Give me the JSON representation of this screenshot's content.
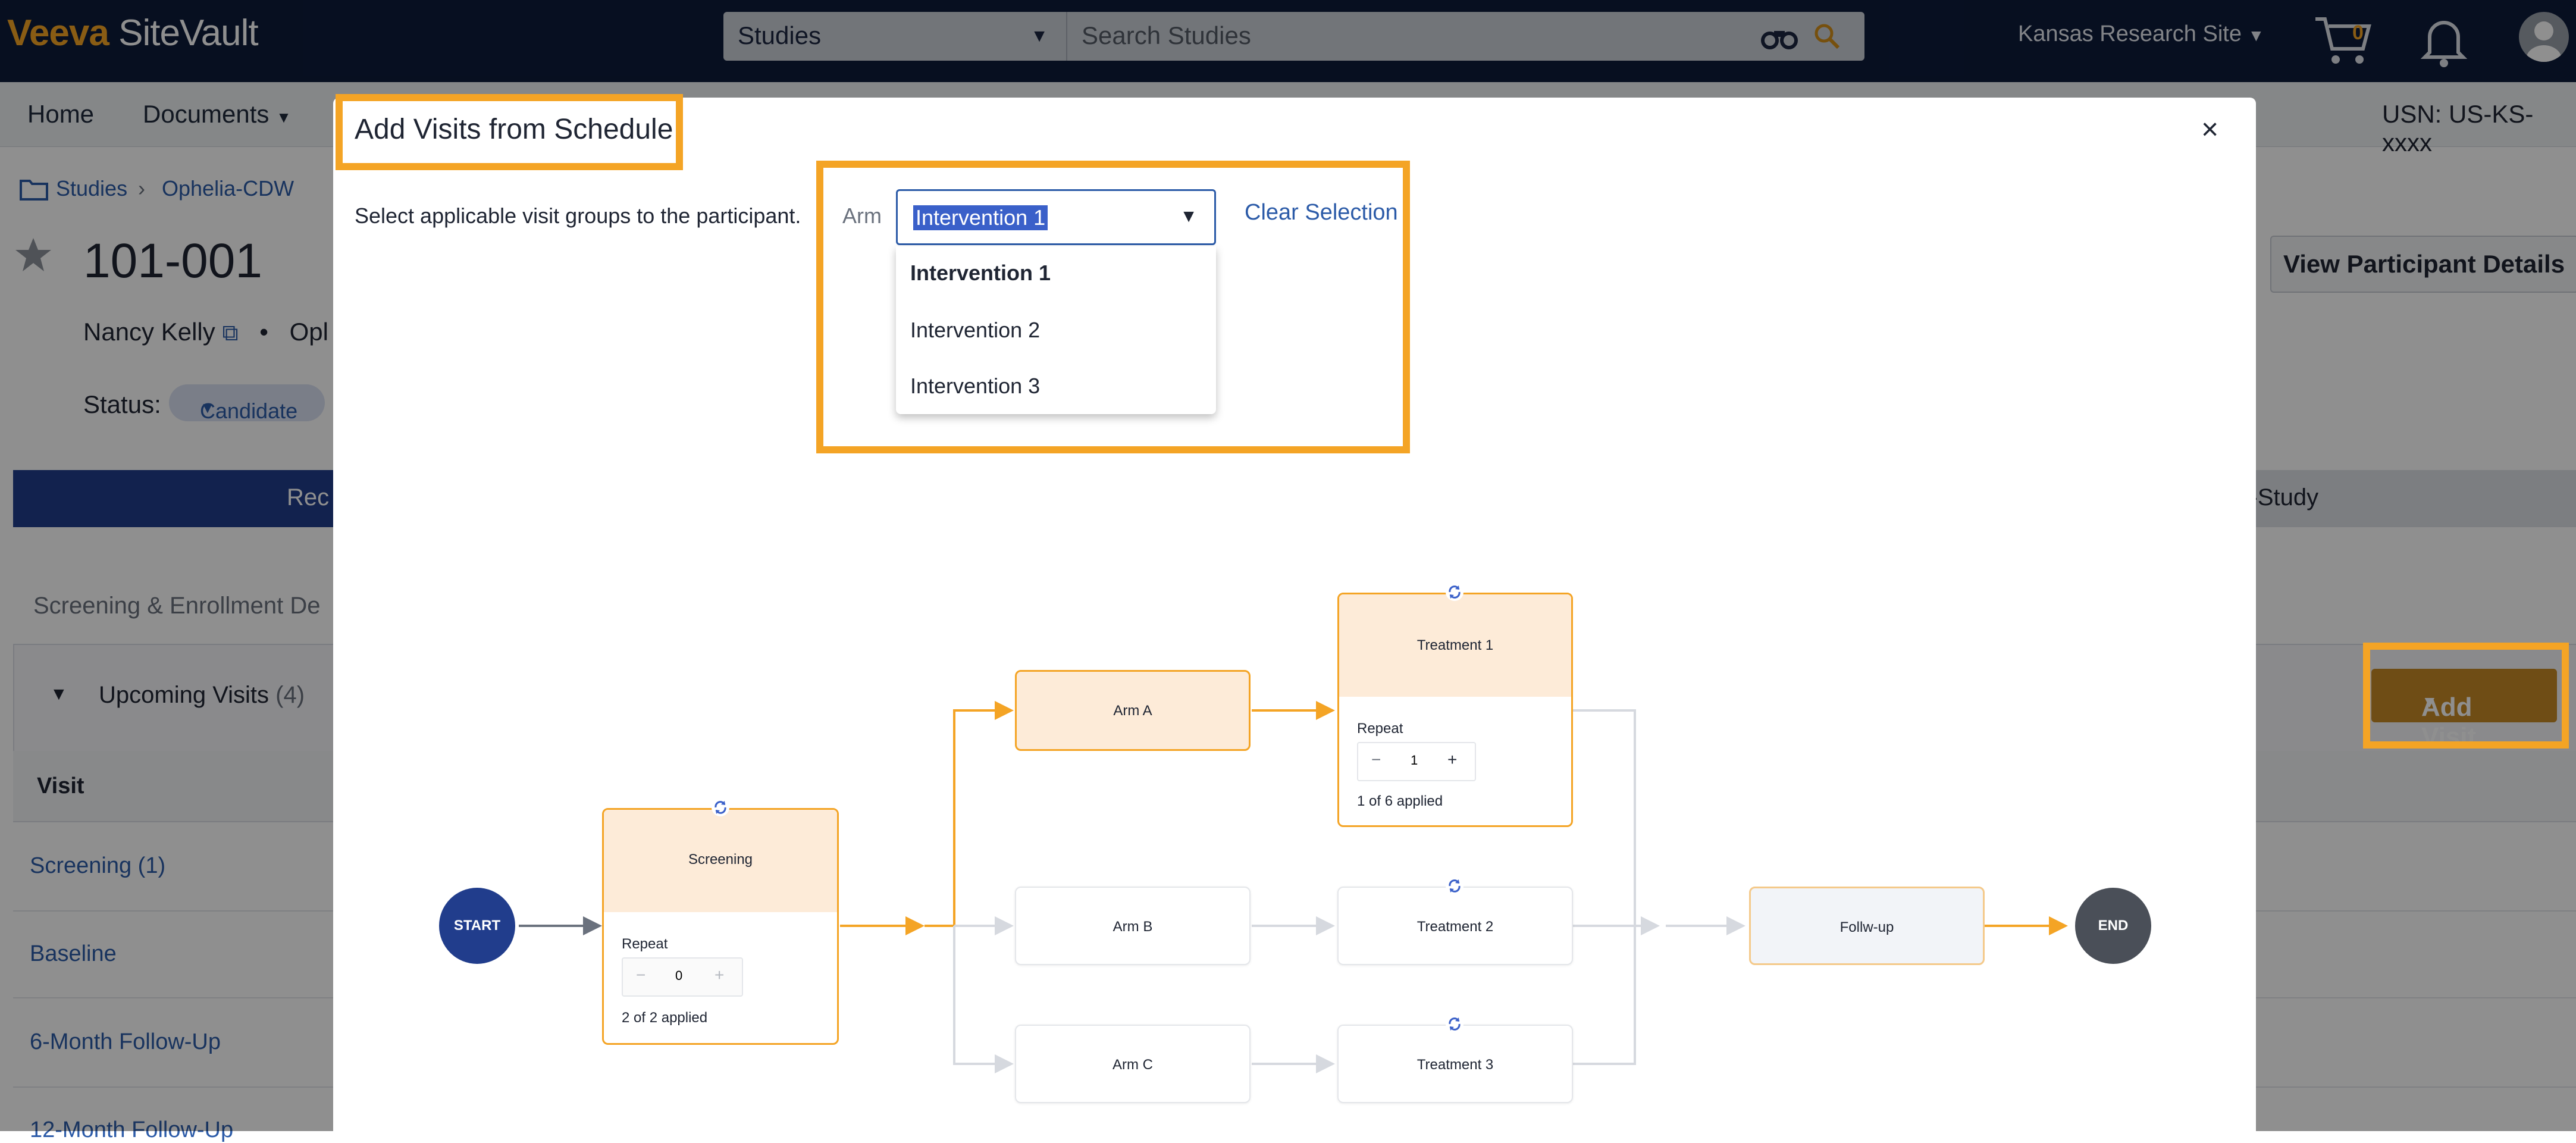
{
  "brand": {
    "logo_accent": "Veeva",
    "logo_rest": " SiteVault"
  },
  "search": {
    "category": "Studies",
    "placeholder": "Search Studies"
  },
  "header": {
    "site": "Kansas Research Site",
    "cart_count": "0"
  },
  "nav": {
    "home": "Home",
    "documents": "Documents",
    "usn": "USN: US-KS-xxxx"
  },
  "breadcrumb": {
    "studies": "Studies",
    "study": "Ophelia-CDW"
  },
  "participant": {
    "id": "101-001",
    "name": "Nancy Kelly",
    "study_partial": "Opl",
    "status_label": "Status:",
    "status": "Candidate",
    "view_details": "View Participant Details"
  },
  "tabs": {
    "left_partial": "Rec",
    "right_partial": "ff-Study"
  },
  "section": {
    "screening_partial": "Screening & Enrollment De"
  },
  "upcoming": {
    "label": "Upcoming Visits",
    "count": "(4)",
    "add_visit": "Add Visit"
  },
  "visits": {
    "header": "Visit",
    "rows": [
      "Screening (1)",
      "Baseline",
      "6-Month Follow-Up",
      "12-Month Follow-Up"
    ]
  },
  "modal": {
    "title": "Add Visits from Schedule",
    "instruction": "Select applicable visit groups to the participant.",
    "arm_label": "Arm",
    "arm_selected": "Intervention 1",
    "arm_options": [
      "Intervention 1",
      "Intervention 2",
      "Intervention 3"
    ],
    "clear": "Clear Selection",
    "close": "×"
  },
  "diagram": {
    "start": "START",
    "end": "END",
    "screening": {
      "label": "Screening",
      "repeat": "Repeat",
      "value": "0",
      "applied": "2 of 2 applied"
    },
    "arm_a": "Arm A",
    "arm_b": "Arm B",
    "arm_c": "Arm C",
    "treatment1": {
      "label": "Treatment 1",
      "repeat": "Repeat",
      "value": "1",
      "applied": "1 of 6 applied"
    },
    "treatment2": "Treatment 2",
    "treatment3": "Treatment 3",
    "followup": "Follw-up"
  },
  "colors": {
    "accent": "#f4a425",
    "navy": "#0d1b3a",
    "link": "#2c5ba8",
    "highlight": "#fdebd8"
  }
}
